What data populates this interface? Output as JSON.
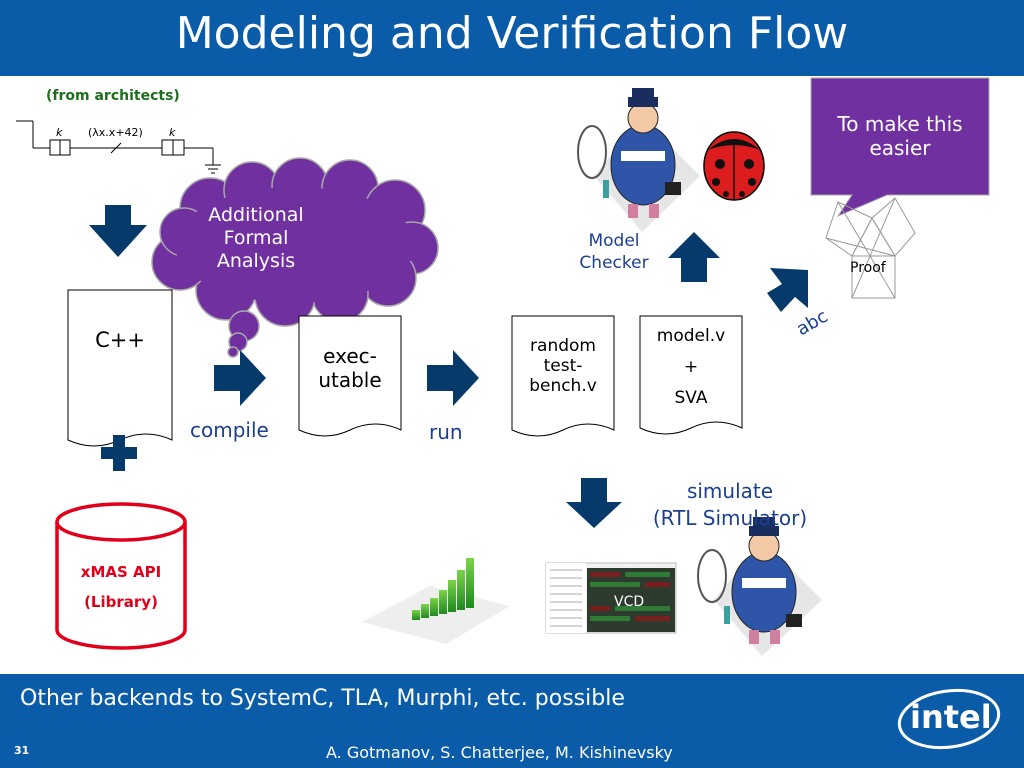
{
  "title": "Modeling and Verification Flow",
  "architects_label": "(from architects)",
  "circuit": {
    "left_k": "k",
    "lambda": "(λx.x+42)",
    "right_k": "k"
  },
  "cloud_text": "Additional Formal Analysis",
  "callout_text": "To make this easier",
  "cpp_label": "C++",
  "compile_label": "compile",
  "executable_line1": "exec-",
  "executable_line2": "utable",
  "run_label": "run",
  "testbench_line1": "random",
  "testbench_line2": "test-",
  "testbench_line3": "bench.v",
  "model_line1": "model.v",
  "model_line2": "+",
  "model_line3": "SVA",
  "model_checker_line1": "Model",
  "model_checker_line2": "Checker",
  "proof_label": "Proof",
  "abc_label": "abc",
  "simulate_line1": "simulate",
  "simulate_line2": "(RTL Simulator)",
  "vcd_label": "VCD",
  "library_line1": "xMAS API",
  "library_line2": "(Library)",
  "footer_text": "Other backends to SystemC, TLA, Murphi, etc. possible",
  "slide_number": "31",
  "authors": "A. Gotmanov, S. Chatterjee, M. Kishinevsky",
  "logo_text": "intel",
  "colors": {
    "header_blue": "#0a5ba8",
    "arrow_navy": "#063a6b",
    "purple": "#7030a0",
    "library_red": "#e0001a"
  }
}
